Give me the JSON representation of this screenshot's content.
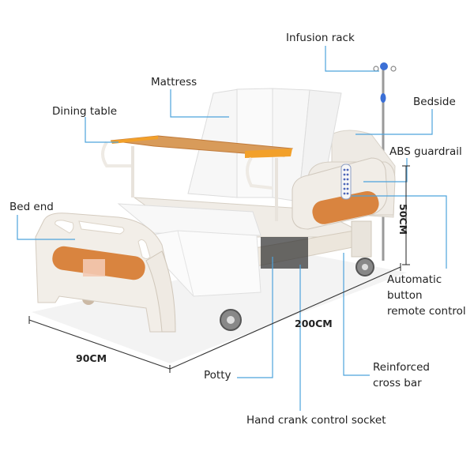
{
  "diagram": {
    "subject": "Multifunction nursing bed",
    "colors": {
      "leader_line": "#4ea3dc",
      "dimension_line": "#333333",
      "accent_orange": "#d9843f",
      "table_orange": "#f2a02a",
      "bed_white": "#f4f1ed",
      "iv_blue": "#3b6fd6"
    },
    "labels": {
      "infusion_rack": "Infusion rack",
      "mattress": "Mattress",
      "dining_table": "Dining table",
      "bedside": "Bedside",
      "abs_guardrail": "ABS guardrail",
      "bed_end": "Bed end",
      "automatic_button_1": "Automatic",
      "automatic_button_2": "button",
      "automatic_button_3": "remote control",
      "reinforced_1": "Reinforced",
      "reinforced_2": "cross bar",
      "potty": "Potty",
      "hand_crank": "Hand crank control socket"
    },
    "dimensions": {
      "width": "90CM",
      "length": "200CM",
      "height": "50CM"
    }
  }
}
